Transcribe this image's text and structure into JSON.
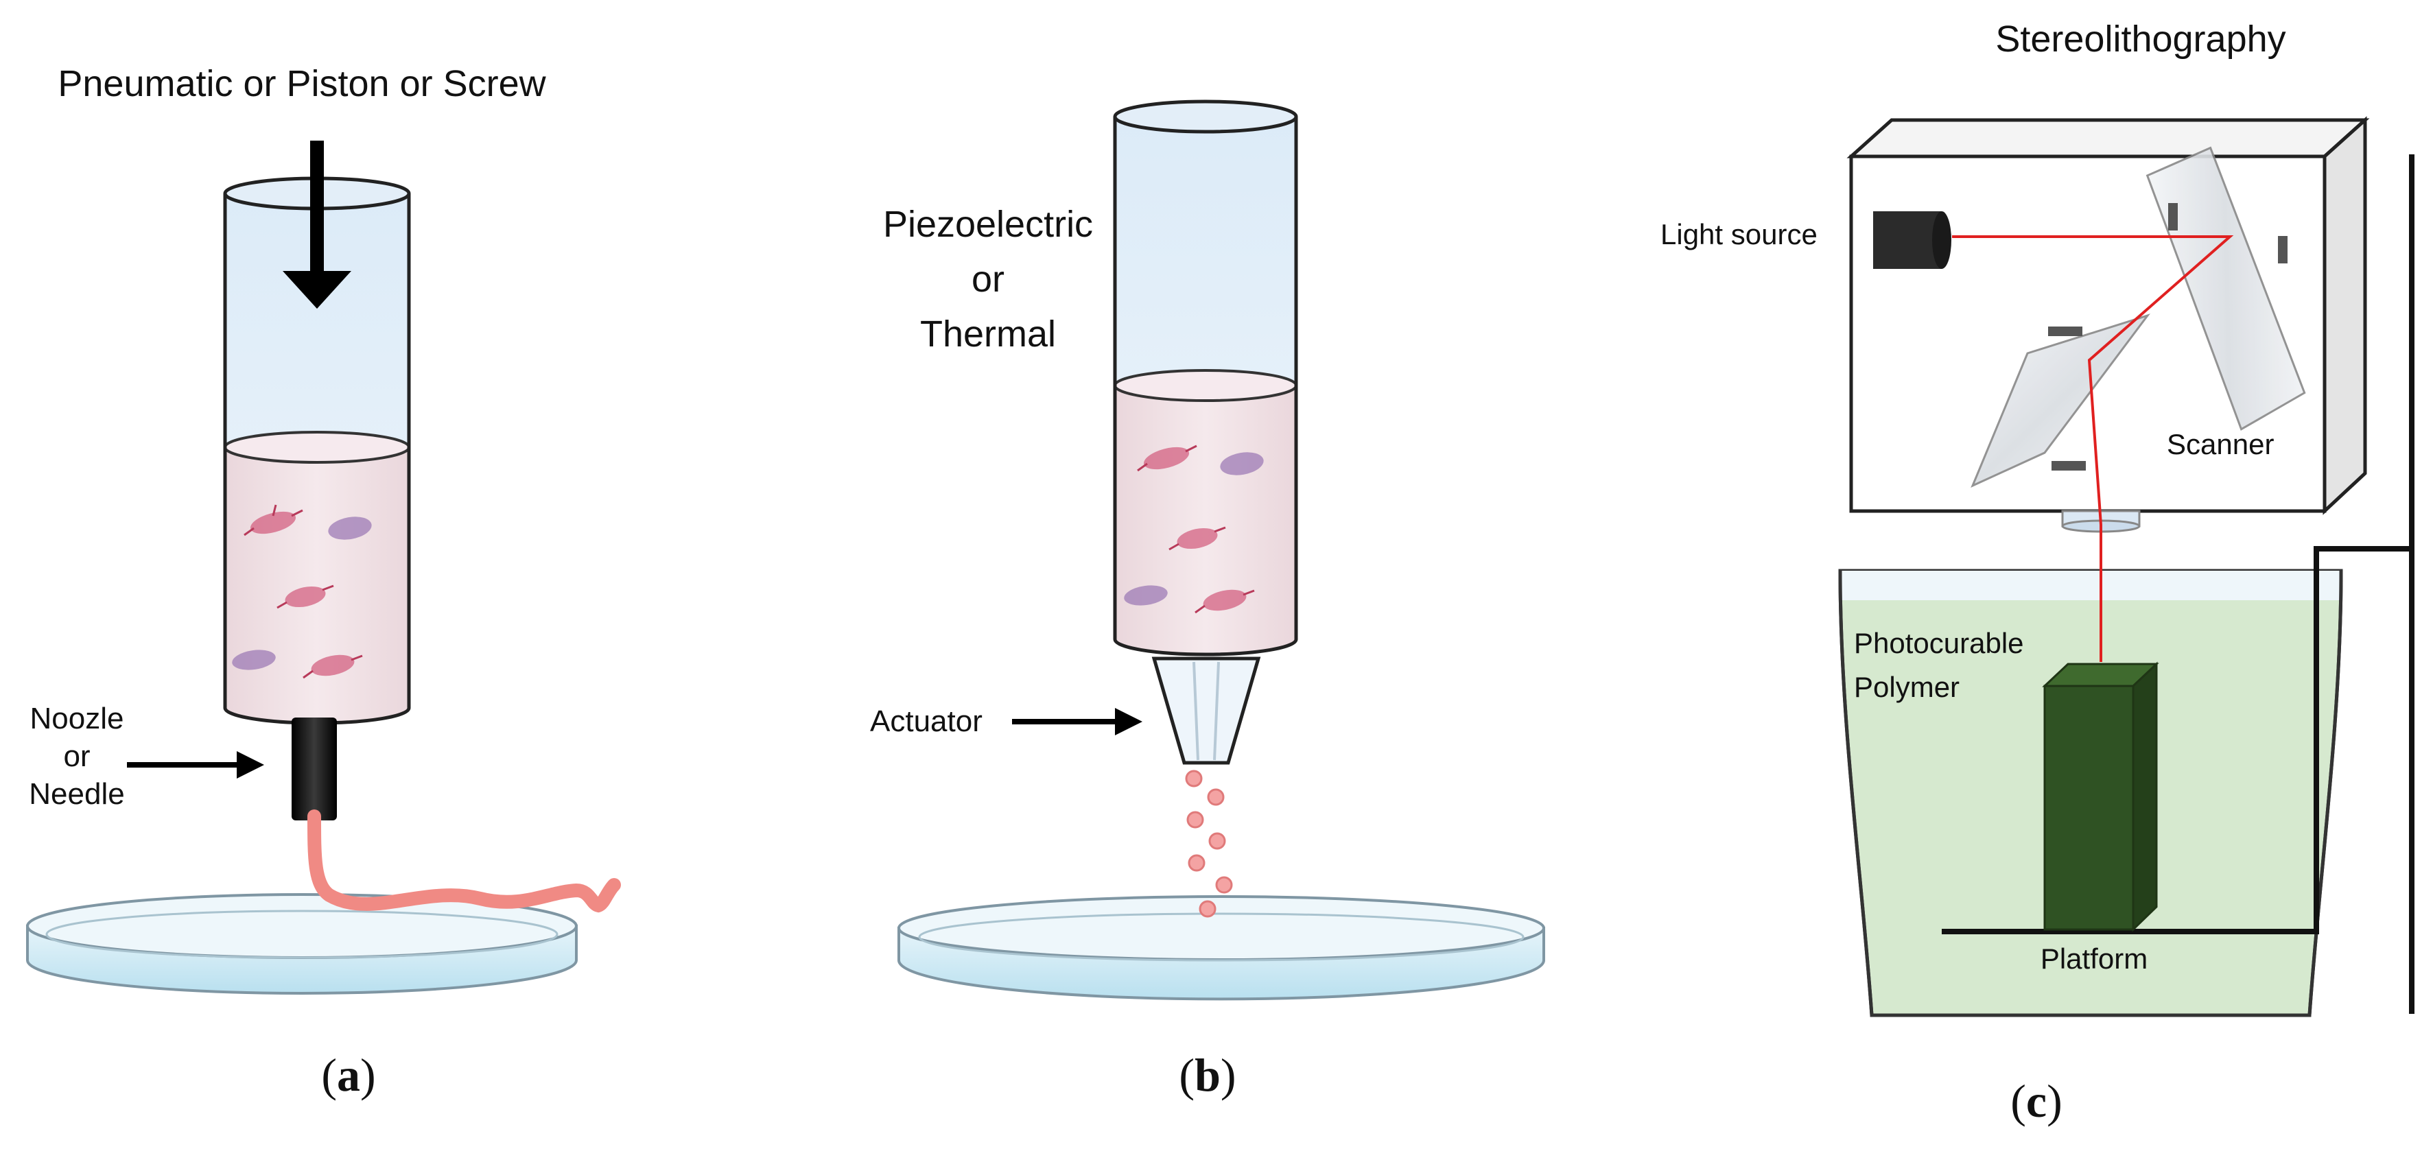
{
  "panel_a": {
    "top_label": "Pneumatic or Piston or Screw",
    "nozzle_label": [
      "Noozle",
      "or",
      "Needle"
    ],
    "caption_letter": "a"
  },
  "panel_b": {
    "mechanism_label": [
      "Piezoelectric",
      "or",
      "Thermal"
    ],
    "actuator_label": "Actuator",
    "caption_letter": "b"
  },
  "panel_c": {
    "title": "Stereolithography",
    "light_source_label": "Light source",
    "scanner_label": "Scanner",
    "polymer_label": [
      "Photocurable",
      "Polymer"
    ],
    "platform_label": "Platform",
    "caption_letter": "c"
  },
  "colors": {
    "syringe_glass": "#e8f2fb",
    "bioink": "#f1e3e6",
    "filament": "#f08080",
    "droplet": "#f4a3a3",
    "dish": "#c8e7f2",
    "resin": "#d4e8cc",
    "printed_block": "#2e5022",
    "laser": "#e02020"
  }
}
